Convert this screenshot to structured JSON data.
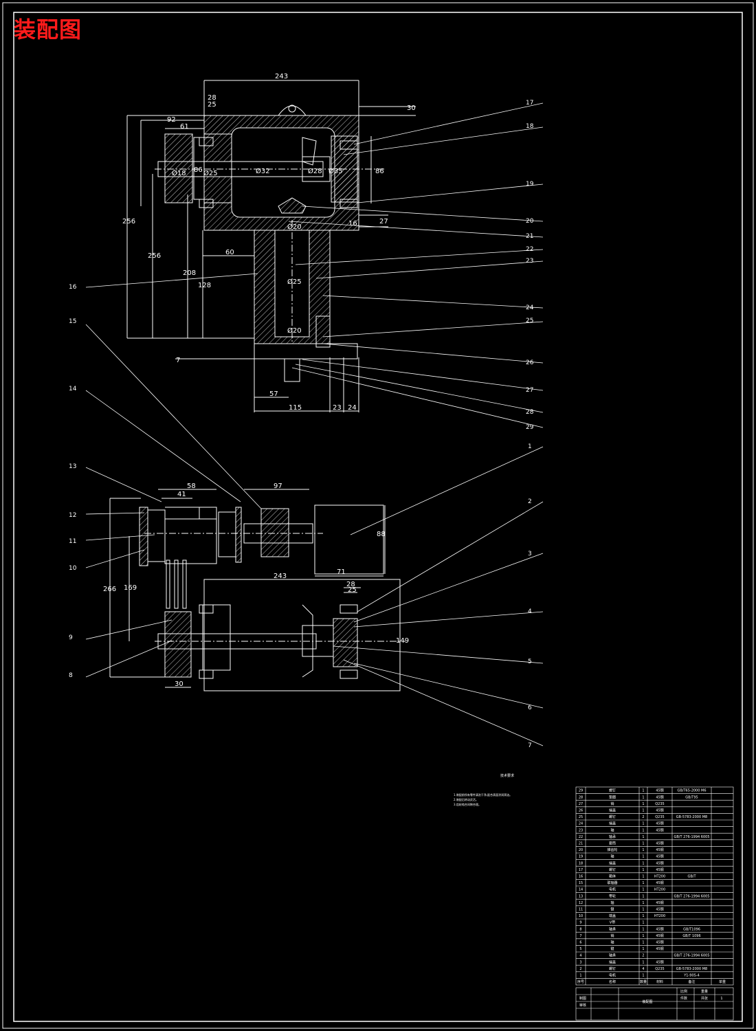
{
  "drawing": {
    "title": "装配图",
    "colors": {
      "background": "#000000",
      "lines": "#ffffff",
      "title": "#ff1b1b"
    }
  },
  "top_view": {
    "dims": [
      "243",
      "28",
      "25",
      "30",
      "92",
      "61",
      "86",
      "Ø18",
      "Ø25",
      "Ø32",
      "Ø28",
      "Ø35",
      "86",
      "256",
      "256",
      "208",
      "128",
      "60",
      "27",
      "16",
      "Ø20",
      "Ø25",
      "Ø20",
      "7",
      "57",
      "115",
      "23",
      "24"
    ],
    "part_labels": [
      "17",
      "18",
      "19",
      "20",
      "21",
      "22",
      "23",
      "24",
      "25",
      "26",
      "27",
      "28",
      "29",
      "16",
      "15",
      "14"
    ]
  },
  "bottom_view": {
    "dims": [
      "58",
      "41",
      "97",
      "88",
      "71",
      "243",
      "28",
      "25",
      "266",
      "169",
      "149",
      "30"
    ],
    "part_labels": [
      "13",
      "12",
      "11",
      "10",
      "9",
      "8",
      "1",
      "2",
      "3",
      "4",
      "5",
      "6",
      "7"
    ]
  },
  "notes": {
    "heading": "技术要求",
    "lines": [
      "1.装配前所有零件清洗干净,配合表面涂润滑油。",
      "2.装配后转动灵活。",
      "3.齿轮啮合间隙合理。"
    ]
  },
  "parts_list": {
    "rows": [
      [
        "29",
        "螺钉",
        "1",
        "45钢",
        "GB/T65-2000 M6",
        ""
      ],
      [
        "28",
        "垫圈",
        "1",
        "45钢",
        "GB/T95",
        ""
      ],
      [
        "27",
        "销",
        "1",
        "Q235",
        "",
        ""
      ],
      [
        "26",
        "端盖",
        "1",
        "45钢",
        "",
        ""
      ],
      [
        "25",
        "螺钉",
        "2",
        "Q235",
        "GB-5783-2000 M8",
        ""
      ],
      [
        "24",
        "端盖",
        "1",
        "45钢",
        "",
        ""
      ],
      [
        "23",
        "轴",
        "1",
        "45钢",
        "",
        ""
      ],
      [
        "22",
        "轴承",
        "1",
        "",
        "GB/T 276-1994 6005",
        ""
      ],
      [
        "21",
        "套筒",
        "1",
        "45钢",
        "",
        ""
      ],
      [
        "20",
        "锥齿轮",
        "1",
        "45钢",
        "",
        ""
      ],
      [
        "19",
        "轴",
        "1",
        "45钢",
        "",
        ""
      ],
      [
        "18",
        "端盖",
        "1",
        "45钢",
        "",
        ""
      ],
      [
        "17",
        "螺钉",
        "1",
        "45钢",
        "",
        ""
      ],
      [
        "16",
        "箱体",
        "1",
        "HT200",
        "GB/T",
        ""
      ],
      [
        "15",
        "联轴器",
        "1",
        "45钢",
        "",
        ""
      ],
      [
        "14",
        "电机",
        "1",
        "HT200",
        "",
        ""
      ],
      [
        "13",
        "带轮",
        "1",
        "",
        "GB/T 276-1994 6005",
        ""
      ],
      [
        "12",
        "轴",
        "1",
        "45钢",
        "",
        ""
      ],
      [
        "11",
        "键",
        "1",
        "45钢",
        "",
        ""
      ],
      [
        "10",
        "端盖",
        "1",
        "HT200",
        "",
        ""
      ],
      [
        "9",
        "V带",
        "1",
        "",
        "",
        ""
      ],
      [
        "8",
        "轴承",
        "1",
        "45钢",
        "GB/T1096",
        ""
      ],
      [
        "7",
        "销",
        "1",
        "45钢",
        "GB/T 1096",
        ""
      ],
      [
        "6",
        "轴",
        "1",
        "45钢",
        "",
        ""
      ],
      [
        "5",
        "键",
        "1",
        "45钢",
        "",
        ""
      ],
      [
        "4",
        "轴承",
        "2",
        "",
        "GB/T 276-1994 6005",
        ""
      ],
      [
        "3",
        "端盖",
        "1",
        "45钢",
        "",
        ""
      ],
      [
        "2",
        "螺钉",
        "4",
        "Q235",
        "GB-5783-2000 M8",
        ""
      ],
      [
        "1",
        "电机",
        "1",
        "",
        "Y1-90S-4",
        ""
      ]
    ],
    "header": [
      "序号",
      "名称",
      "数量",
      "材料",
      "备注",
      "单重"
    ],
    "title_block": {
      "scale": "比例",
      "qty": "件数",
      "weight": "重量",
      "sheet": "共张",
      "sheet_no": "1",
      "drawer": "制图",
      "checker": "审核",
      "name": "装配图"
    }
  }
}
